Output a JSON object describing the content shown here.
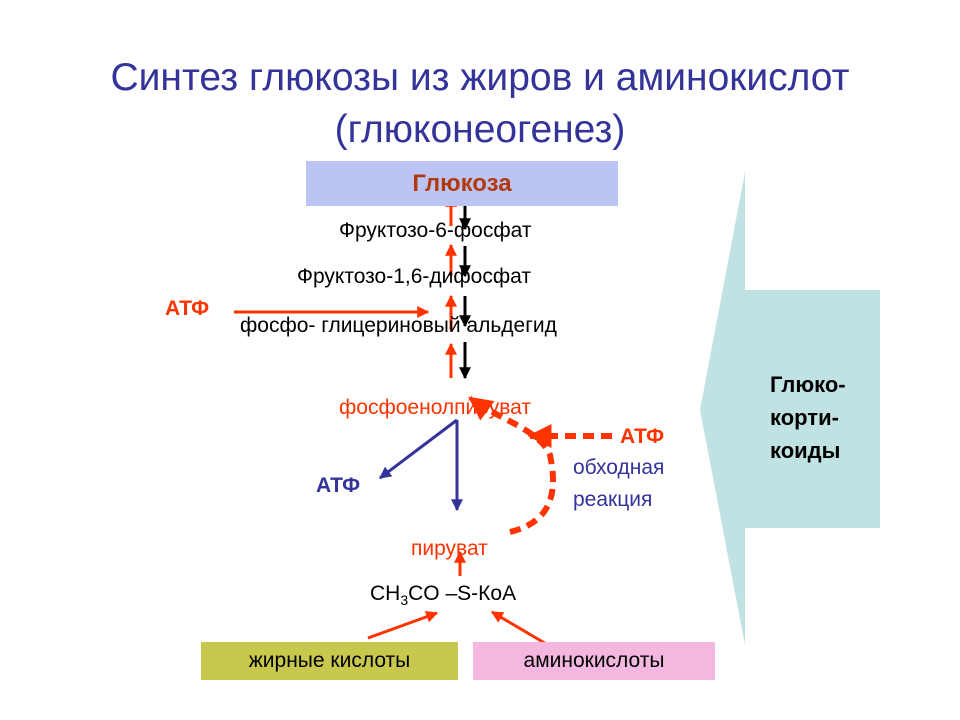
{
  "title": {
    "line1": "Синтез глюкозы из жиров и аминокислот",
    "line2": "(глюконеогенез)"
  },
  "pathway": {
    "glucose": "Глюкоза",
    "fructose6p": "Фруктозо-6-фосфат",
    "fructose16bp": "Фруктозо-1,6-дифосфат",
    "pga": "фосфо- глицериновый альдегид",
    "pep": "фосфоенолпируват",
    "pyruvate": "пируват",
    "acetyl_prefix": "CH",
    "acetyl_sub": "3",
    "acetyl_suffix": "CO –S-КоА"
  },
  "atp": {
    "left_input": "АТФ",
    "bypass": "АТФ",
    "output": "АТФ"
  },
  "bypass_label": {
    "line1": "обходная",
    "line2": "реакция"
  },
  "hormone": {
    "line1": "Глюко-",
    "line2": "корти-",
    "line3": "коиды"
  },
  "sources": {
    "fats": "жирные кислоты",
    "amino": "аминокислоты"
  },
  "colors": {
    "title": "#333399",
    "glucose_box": "#bcc4f4",
    "glucose_text": "#b2390e",
    "red_arrow": "#ff3300",
    "blue_arrow": "#333399",
    "hormone_panel": "#c0e2e2",
    "fat_box": "#c8c84e",
    "amino_box": "#f4b8e0"
  }
}
